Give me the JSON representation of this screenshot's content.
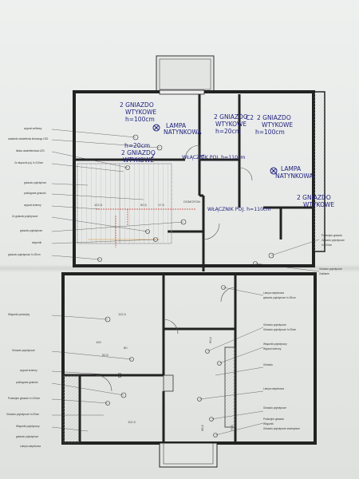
{
  "handwritten": {
    "g1_line1": "2 GNIAZDO",
    "g1_line2": "WTYKOWE",
    "g1_line3": "h=100cm",
    "g2_line1": "2 GNIAZDO",
    "g2_line2": "WTYKOWE",
    "g2_line3": "h=20cm",
    "g3_line1": "2 GNIAZDO",
    "g3_line2": "WTYKOWE",
    "g3_line3": "h=100cm",
    "c2": "C2",
    "lamp1_line1": "LAMPA",
    "lamp1_line2": "NATYNKOWA",
    "g4_line1": "h=20cm",
    "g4_line2": "2 GNIAZDO",
    "g4_line3": "WTYKOWE",
    "switch1": "WŁĄCZNIK POJ. h=110cm",
    "lamp2_line1": "LAMPA",
    "lamp2_line2": "NATYNKOWA",
    "g5_line1": "2 GNIAZDO",
    "g5_line2": "WTYKOWE",
    "switch2": "WŁĄCZNIK POJ. h=110cm"
  },
  "printed_labels": [
    "wypust sufitowy",
    "zasilanie oświetlenia liniowego LED",
    "listwa oświetleniowa LED",
    "2x włącznik poj. h=110cm",
    "gniazdo pojedyncze",
    "podłogowe gniazdo",
    "wypust ścienny",
    "2x gniazdo pojedyncze",
    "gniazdo pojedyncze",
    "włącznik",
    "gniazdo pojedyncze h=20cm",
    "Włącznik podwójny",
    "Gniazdo pojedyncze",
    "wypust ścienny",
    "podłogowe gniazdo",
    "Podwójne gniazdo h=120cm",
    "Gniazdo pojedyncze h=20cm",
    "Włącznik pojedynczy",
    "gniazdo pojedyncze",
    "Lampa natynkowa"
  ],
  "right_labels": [
    "Podwójne gniazdo",
    "Gniazdo pojedyncze",
    "h=120cm",
    "Gniazdo pojedyncze",
    "Zasilanie",
    "Lampa natynkowa",
    "gniazdo pojedyncze h=20cm",
    "Gniazdo pojedyncze",
    "Gniazdo pojedyncze h=20cm",
    "Włącznik pojedynczy",
    "Wypust ścienny",
    "Gniazdo",
    "Lampa natynkowa",
    "Gniazdo pojedyncze",
    "Podwójne gniazdo",
    "Włącznik",
    "Gniazdo pojedyncze zewnętrzne"
  ],
  "dimensions": [
    "122,5",
    "52,5",
    "17,5",
    "100",
    "80",
    "112,5",
    "52,5",
    "112,5",
    "68,6",
    "60,4",
    "75,0"
  ],
  "room_tag": "DOMOFON"
}
